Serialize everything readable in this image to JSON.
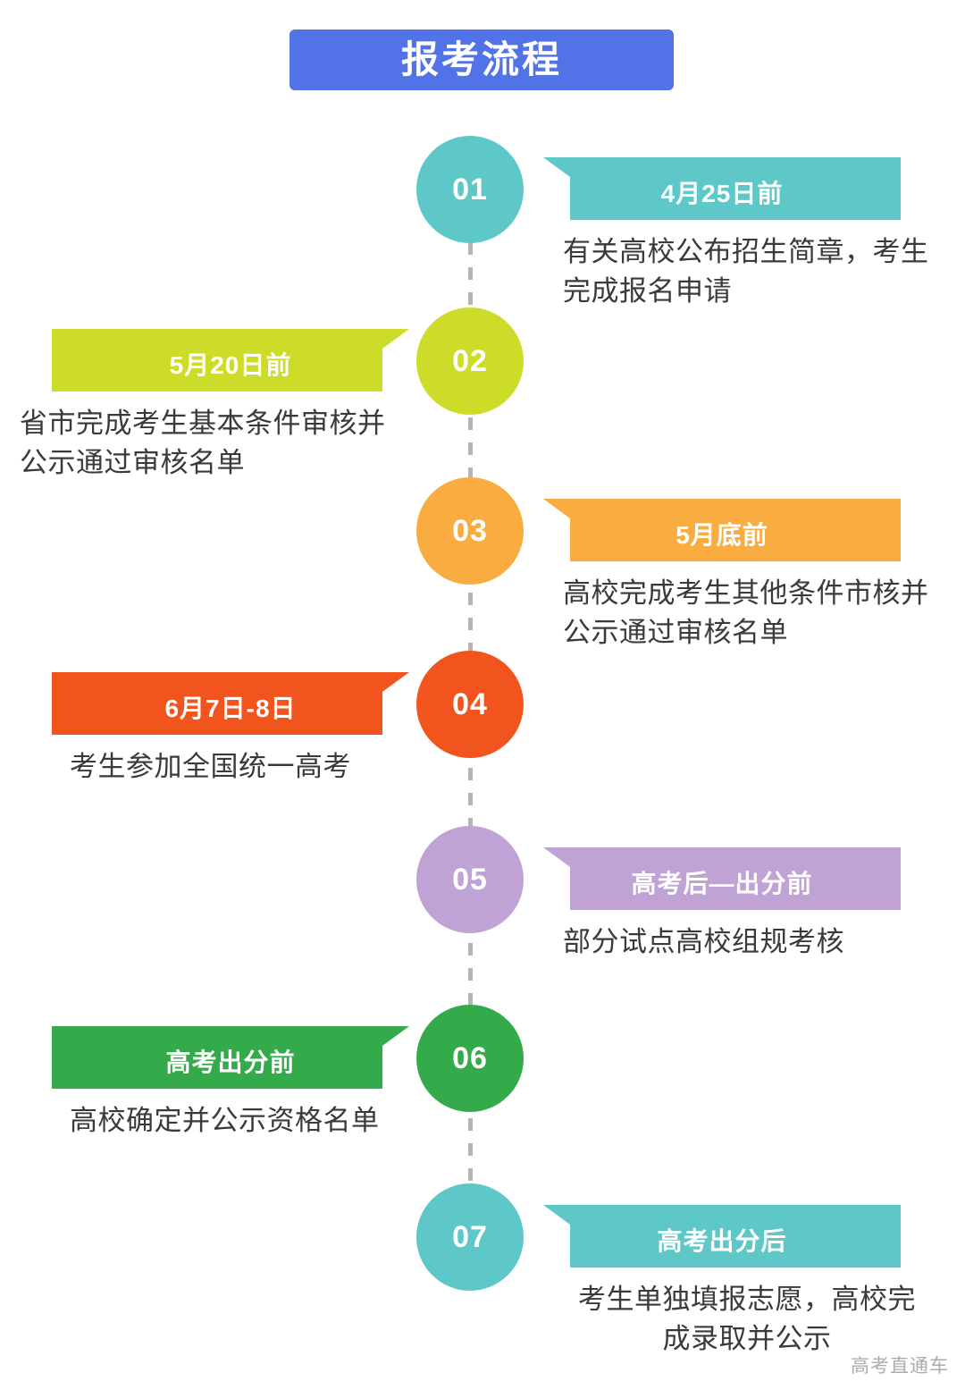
{
  "header": {
    "title": "报考流程",
    "banner_color": "#5272e8",
    "title_color": "#ffffff"
  },
  "axis": {
    "style": "dashed",
    "color": "#b5b5b5"
  },
  "steps": [
    {
      "number": "01",
      "date": "4月25日前",
      "description": "有关高校公布招生简章，考生完成报名申请",
      "color": "#5ec8c8",
      "side": "right"
    },
    {
      "number": "02",
      "date": "5月20日前",
      "description": "省市完成考生基本条件审核并公示通过审核名单",
      "color": "#cddc28",
      "side": "left"
    },
    {
      "number": "03",
      "date": "5月底前",
      "description": "高校完成考生其他条件市核并公示通过审核名单",
      "color": "#f9ad40",
      "side": "right"
    },
    {
      "number": "04",
      "date": "6月7日-8日",
      "description": "考生参加全国统一高考",
      "color": "#f1541d",
      "side": "left"
    },
    {
      "number": "05",
      "date": "高考后—出分前",
      "description": "部分试点高校组规考核",
      "color": "#bfa3d4",
      "side": "right"
    },
    {
      "number": "06",
      "date": "高考出分前",
      "description": "高校确定并公示资格名单",
      "color": "#34ab4a",
      "side": "left"
    },
    {
      "number": "07",
      "date": "高考出分后",
      "description": "考生单独填报志愿，高校完成录取并公示",
      "color": "#5ec8c8",
      "side": "right"
    }
  ],
  "watermark": {
    "text": "高考直通车",
    "color": "#acacac"
  }
}
